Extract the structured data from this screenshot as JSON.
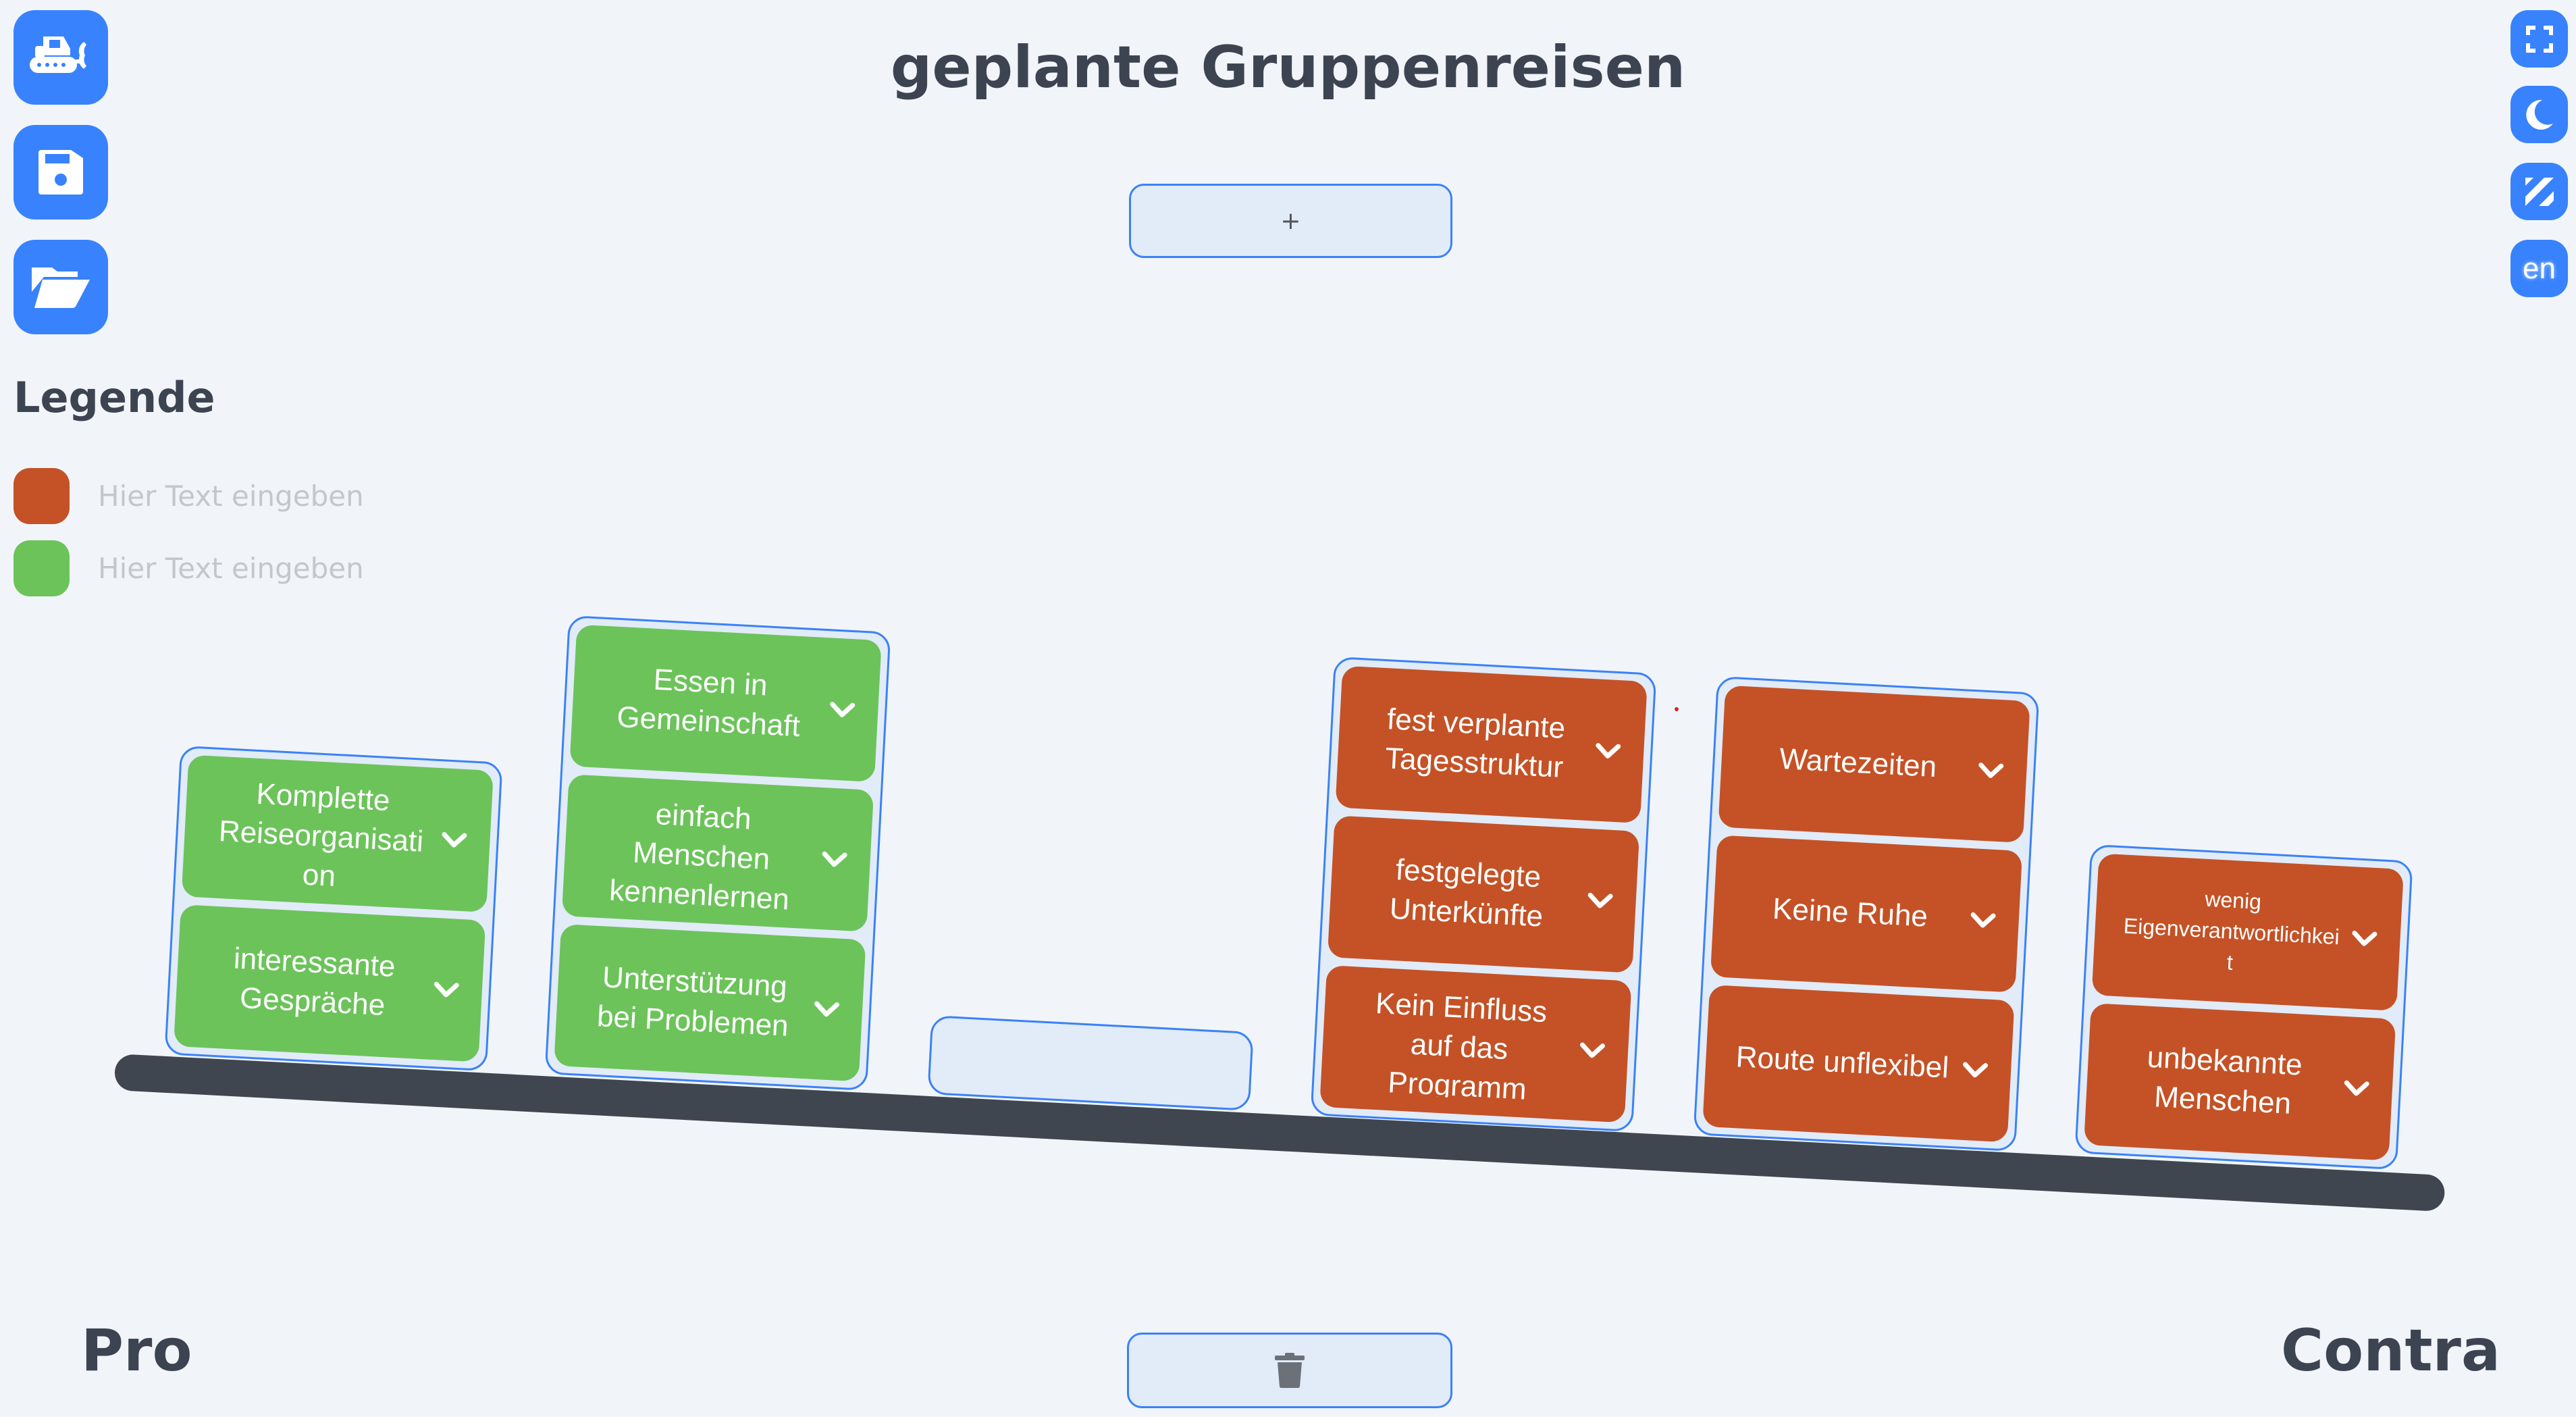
{
  "title": "geplante Gruppenreisen",
  "toolbar_left": [
    {
      "icon": "bulldozer-icon",
      "name": "new-button"
    },
    {
      "icon": "save-icon",
      "name": "save-button"
    },
    {
      "icon": "folder-open-icon",
      "name": "open-button"
    }
  ],
  "toolbar_right": {
    "fullscreen_icon": "fullscreen-icon",
    "theme_icon": "moon-icon",
    "pattern_icon": "stripes-icon",
    "language": "en"
  },
  "add_button": "+",
  "legend": {
    "title": "Legende",
    "items": [
      {
        "color": "#c45226",
        "placeholder": "Hier Text eingeben"
      },
      {
        "color": "#6cc35a",
        "placeholder": "Hier Text eingeben"
      }
    ]
  },
  "colors": {
    "pro": "#6cc35a",
    "contra": "#c45226",
    "accent": "#3882fd",
    "beam": "#3f4650"
  },
  "columns": [
    {
      "side": "pro",
      "items": [
        "Komplette Reiseorganisation",
        "interessante Gespräche"
      ]
    },
    {
      "side": "pro",
      "items": [
        "Essen in Gemeinschaft",
        "einfach Menschen kennenlernen",
        "Unterstützung bei Problemen"
      ]
    },
    {
      "side": "empty",
      "items": []
    },
    {
      "side": "contra",
      "items": [
        "fest verplante Tagesstruktur",
        "festgelegte Unterkünfte",
        "Kein Einfluss auf das Programm"
      ]
    },
    {
      "side": "contra",
      "items": [
        "Wartezeiten",
        "Keine Ruhe",
        "Route unflexibel"
      ]
    },
    {
      "side": "contra",
      "items": [
        "wenig Eigenverantwortlichkeit",
        "unbekannte Menschen"
      ]
    }
  ],
  "labels": {
    "pro": "Pro",
    "contra": "Contra"
  },
  "trash_icon": "trash-icon"
}
